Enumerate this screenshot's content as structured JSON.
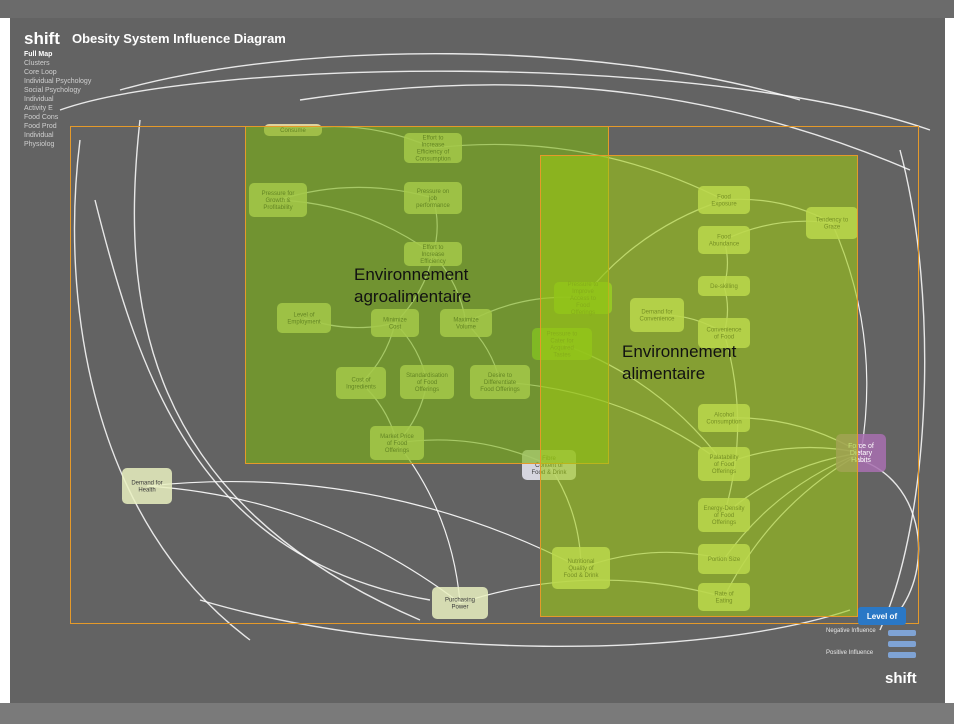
{
  "header": {
    "brand": "shift",
    "title": "Obesity System Influence Diagram"
  },
  "sidebar": {
    "items": [
      {
        "label": "Full Map",
        "active": true
      },
      {
        "label": "Clusters",
        "active": false
      },
      {
        "label": "Core Loop",
        "active": false
      },
      {
        "label": "Individual Psychology",
        "active": false
      },
      {
        "label": "Social Psychology",
        "active": false
      },
      {
        "label": "Individual",
        "active": false
      },
      {
        "label": "Activity E",
        "active": false
      },
      {
        "label": "Food Cons",
        "active": false
      },
      {
        "label": "Food Prod",
        "active": false
      },
      {
        "label": "Individual",
        "active": false
      },
      {
        "label": "Physiolog",
        "active": false
      }
    ]
  },
  "overlays": {
    "agro_label": "Environnement agroalimentaire",
    "food_label": "Environnement alimentaire"
  },
  "nodes": [
    {
      "id": "consume",
      "label": "Consume",
      "color": "#f2e6a8"
    },
    {
      "id": "effort-efficiency-consumption",
      "label": "Effort to Increase Efficiency of Consumption",
      "color": "#e9f0a0"
    },
    {
      "id": "pressure-growth",
      "label": "Pressure for Growth & Profitability",
      "color": "#e9f0a0"
    },
    {
      "id": "pressure-job",
      "label": "Pressure on job performance",
      "color": "#e9f0a0"
    },
    {
      "id": "effort-efficiency-production",
      "label": "Effort to Increase Efficiency",
      "color": "#e9f0a0"
    },
    {
      "id": "level-employment",
      "label": "Level of Employment",
      "color": "#e9f0a0"
    },
    {
      "id": "minimize-cost",
      "label": "Minimize Cost",
      "color": "#e9f0a0"
    },
    {
      "id": "maximize-volume",
      "label": "Maximize Volume",
      "color": "#e9f0a0"
    },
    {
      "id": "cost-ingredients",
      "label": "Cost of Ingredients",
      "color": "#e9f0a0"
    },
    {
      "id": "standardisation",
      "label": "Standardisation of Food Offerings",
      "color": "#e9f0a0"
    },
    {
      "id": "desire-differentiate",
      "label": "Desire to Differentiate Food Offerings",
      "color": "#e9f0a0"
    },
    {
      "id": "market-price",
      "label": "Market Price of Food Offerings",
      "color": "#e9f0a0"
    },
    {
      "id": "pressure-access",
      "label": "Pressure to Improve Access to Food Offerings",
      "color": "#8fd63a"
    },
    {
      "id": "pressure-tastes",
      "label": "Pressure to Cater for Acquired Tastes",
      "color": "#8fd63a"
    },
    {
      "id": "fibre",
      "label": "Fibre Content of Food & Drink",
      "color": "#e9e9f5"
    },
    {
      "id": "food-exposure",
      "label": "Food Exposure",
      "color": "#e9f0a0"
    },
    {
      "id": "food-abundance",
      "label": "Food Abundance",
      "color": "#e9f0a0"
    },
    {
      "id": "tendency-graze",
      "label": "Tendency to Graze",
      "color": "#e9f0a0"
    },
    {
      "id": "de-skilling",
      "label": "De-skilling",
      "color": "#e9f0a0"
    },
    {
      "id": "demand-convenience",
      "label": "Demand for Convenience",
      "color": "#e9f0a0"
    },
    {
      "id": "convenience-food",
      "label": "Convenience of Food",
      "color": "#e9f0a0"
    },
    {
      "id": "alcohol",
      "label": "Alcohol Consumption",
      "color": "#e9f0a0"
    },
    {
      "id": "palatability",
      "label": "Palatability of Food Offerings",
      "color": "#e9f0a0"
    },
    {
      "id": "energy-density",
      "label": "Energy-Density of Food Offerings",
      "color": "#e9f0a0"
    },
    {
      "id": "force-dietary",
      "label": "Force of Dietary Habits",
      "color": "#a86fb0"
    },
    {
      "id": "demand-health",
      "label": "Demand for Health",
      "color": "#e9f0c0"
    },
    {
      "id": "nutritional-quality",
      "label": "Nutritional Quality of Food & Drink",
      "color": "#e9f0a0"
    },
    {
      "id": "portion-size",
      "label": "Portion Size",
      "color": "#e9f0a0"
    },
    {
      "id": "purchasing-power",
      "label": "Purchasing Power",
      "color": "#e9f0c0"
    },
    {
      "id": "rate-eating",
      "label": "Rate of Eating",
      "color": "#e9f0a0"
    }
  ],
  "legend": {
    "level_label": "Level of",
    "negative_influence": "Negative Influence",
    "positive_influence": "Positive Influence"
  },
  "footer": {
    "brand": "shift"
  }
}
